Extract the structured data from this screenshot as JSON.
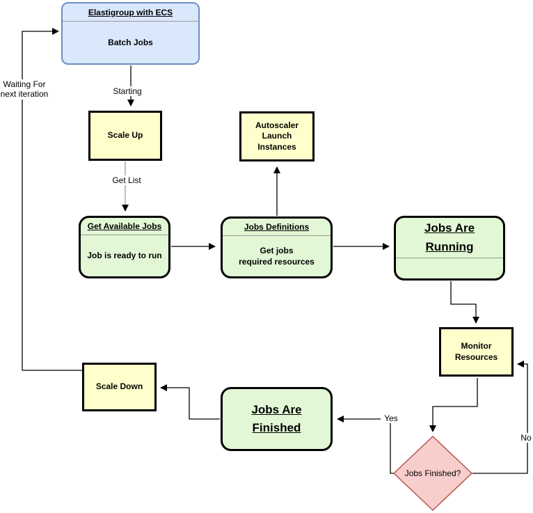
{
  "colors": {
    "blue_fill": "#dae8fc",
    "blue_border": "#6c8ebf",
    "yellow_fill": "#ffffcc",
    "green_fill": "#e1f7d5",
    "diamond_fill": "#f8cecc",
    "diamond_border": "#b85450",
    "node_border": "#000000",
    "divider": "#999999",
    "edge_black": "#000000",
    "edge_gray": "#999999"
  },
  "nodes": {
    "elastigroup": {
      "title": "Elastigroup with ECS",
      "body": "Batch Jobs"
    },
    "scale_up": {
      "label": "Scale Up"
    },
    "autoscaler": {
      "label": "Autoscaler\nLaunch\nInstances"
    },
    "get_available_jobs": {
      "title": "Get Available Jobs",
      "body": "Job is ready to run"
    },
    "jobs_definitions": {
      "title": "Jobs Definitions",
      "body": "Get jobs\nrequired resources"
    },
    "jobs_are_running": {
      "title": "Jobs Are\nRunning"
    },
    "monitor_resources": {
      "label": "Monitor\nResources"
    },
    "decision": {
      "label": "Jobs Finished?"
    },
    "jobs_are_finished": {
      "title": "Jobs Are\nFinished"
    },
    "scale_down": {
      "label": "Scale Down"
    }
  },
  "edge_labels": {
    "waiting": "Waiting For\nnext iteration",
    "starting": "Starting",
    "get_list": "Get List",
    "yes": "Yes",
    "no": "No"
  }
}
